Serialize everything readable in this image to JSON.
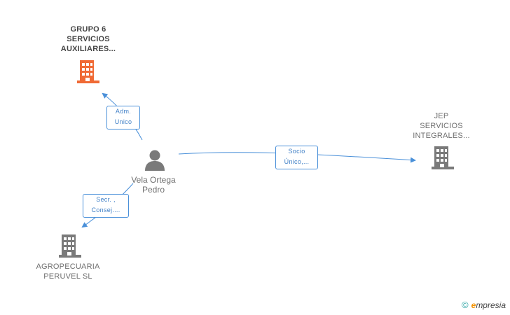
{
  "nodes": {
    "grupo6": {
      "lines": [
        "GRUPO 6",
        "SERVICIOS",
        "AUXILIARES..."
      ],
      "color": "#f06a35"
    },
    "jep": {
      "lines": [
        "JEP",
        "SERVICIOS",
        "INTEGRALES..."
      ],
      "color": "#7a7a7a"
    },
    "agropecuaria": {
      "lines": [
        "AGROPECUARIA",
        "PERUVEL SL"
      ],
      "color": "#7a7a7a"
    },
    "person": {
      "lines": [
        "Vela Ortega",
        "Pedro"
      ],
      "icon": "person-icon"
    }
  },
  "edges": {
    "adm": {
      "lines": [
        "Adm.",
        "Unico"
      ]
    },
    "socio": {
      "lines": [
        "Socio",
        "Único,..."
      ]
    },
    "secr": {
      "lines": [
        "Secr. ,",
        "Consej...."
      ]
    }
  },
  "colors": {
    "edge": "#4a90d9"
  },
  "footer": {
    "copyright": "©",
    "brand_initial": "e",
    "brand_rest": "mpresia"
  }
}
